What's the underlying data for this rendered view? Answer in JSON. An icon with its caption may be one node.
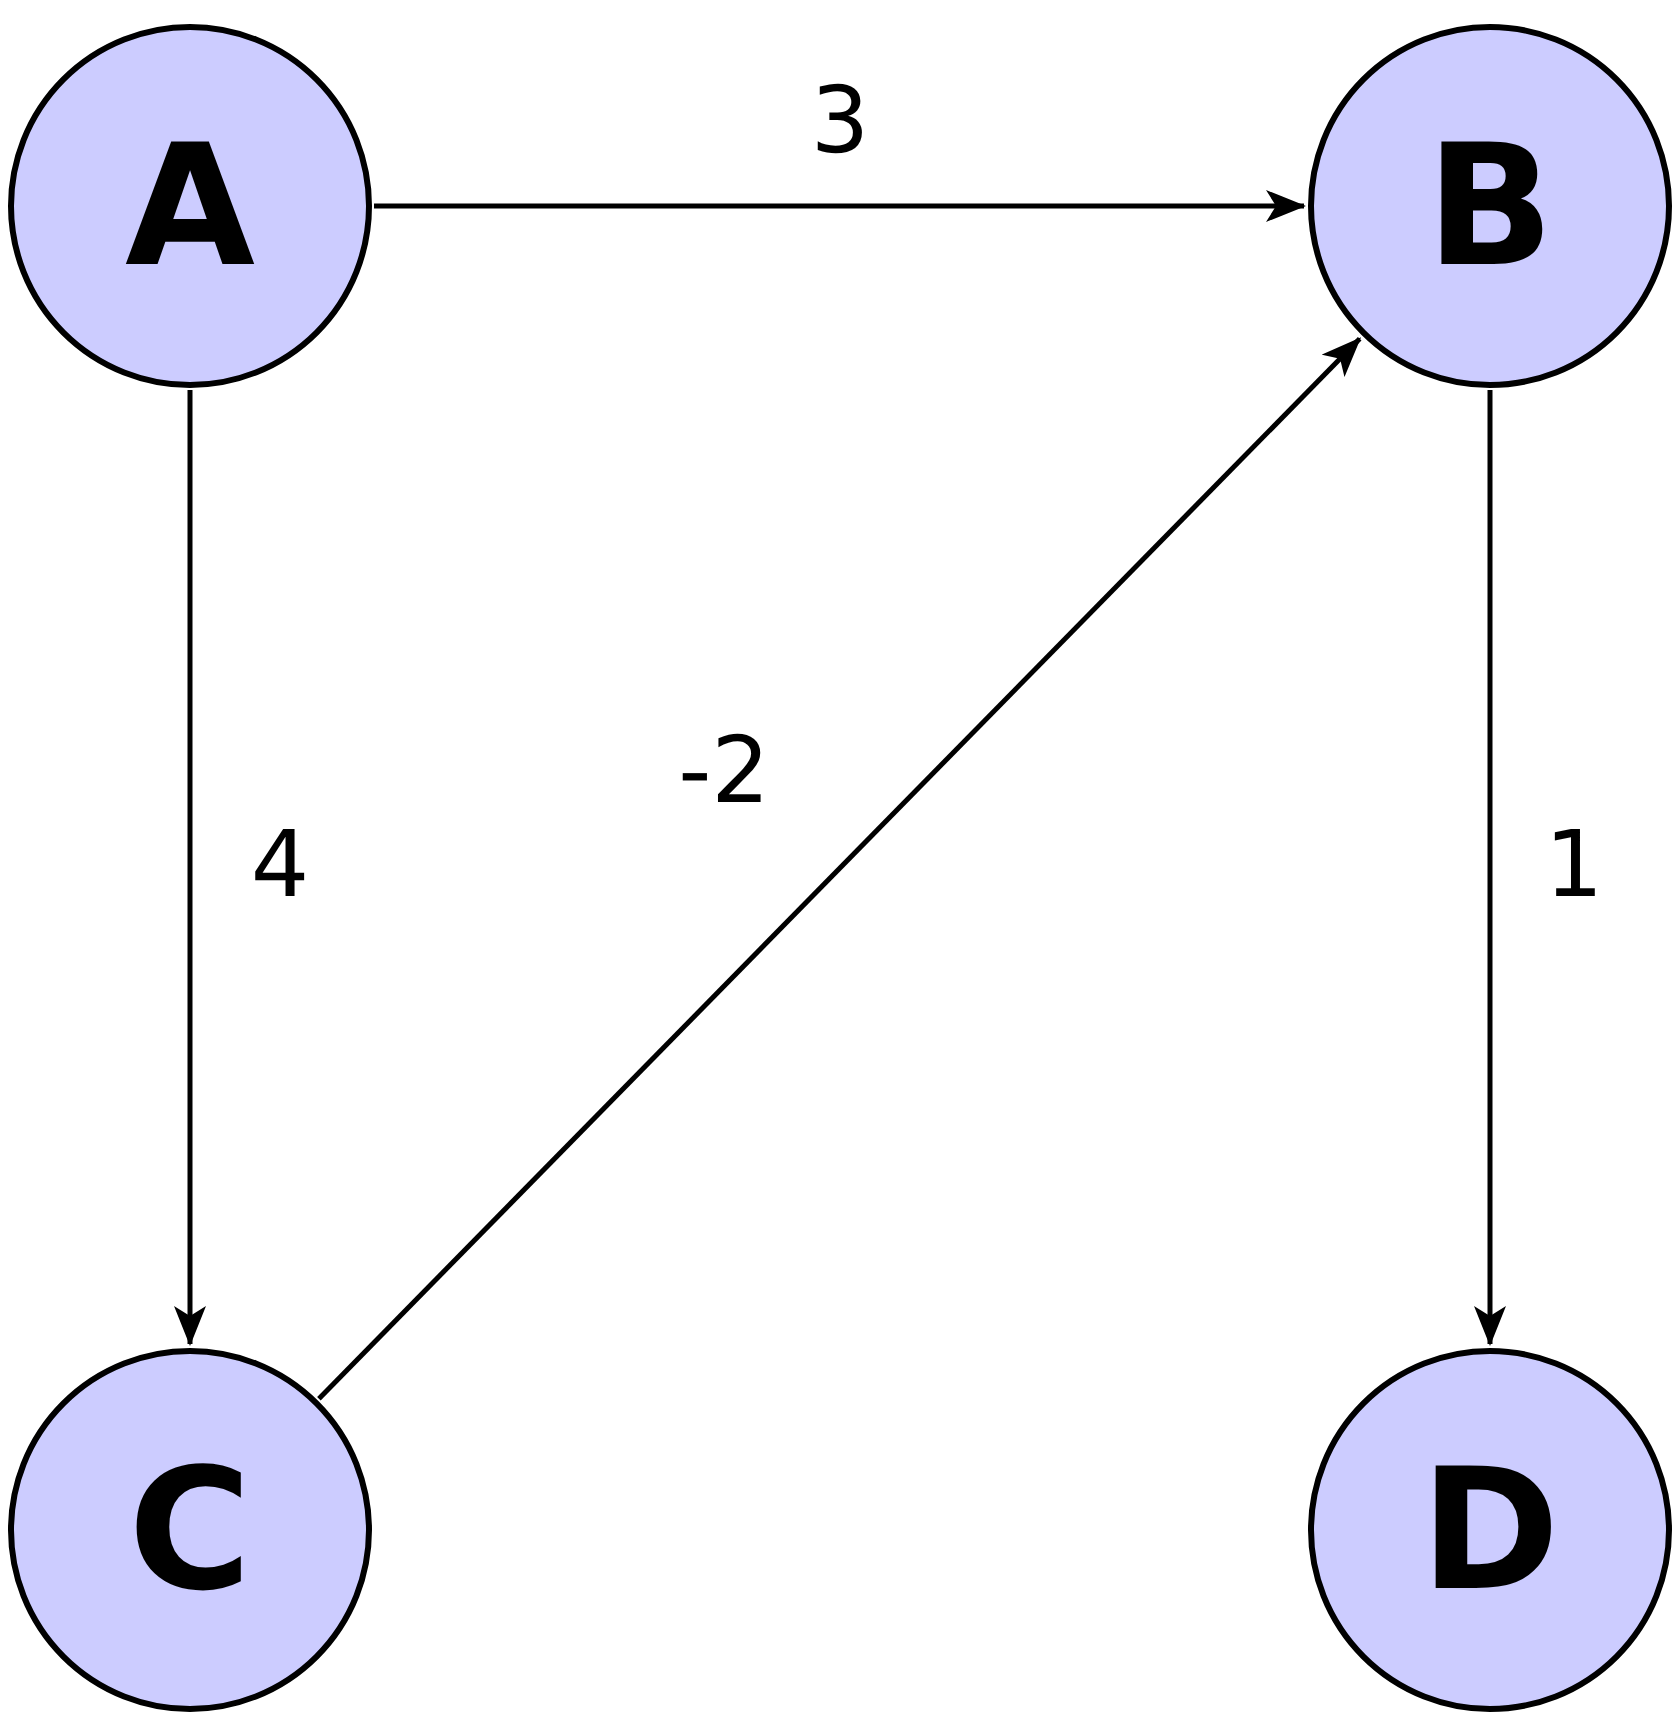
{
  "diagram": {
    "nodes": [
      {
        "text": [
          "A"
        ]
      },
      {
        "text": [
          "B"
        ]
      },
      {
        "text": [
          "C"
        ]
      },
      {
        "text": [
          "D"
        ]
      }
    ],
    "edges": [
      {
        "from": 0,
        "to": 1,
        "arrow": "to",
        "label": "3"
      },
      {
        "from": 0,
        "to": 2,
        "arrow": "to",
        "label": "4"
      },
      {
        "from": 2,
        "to": 1,
        "arrow": "to",
        "label": "-2"
      },
      {
        "from": 1,
        "to": 3,
        "arrow": "to",
        "label": "1"
      }
    ]
  }
}
